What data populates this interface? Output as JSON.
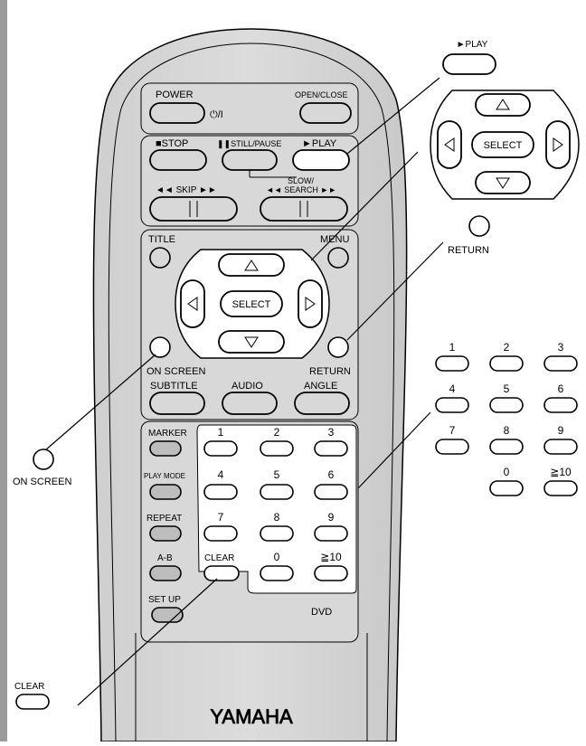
{
  "remote": {
    "power_label": "POWER",
    "power_symbol": "⏻/I",
    "open_close_label": "OPEN/CLOSE",
    "stop_label": "■STOP",
    "still_pause_label": "❚❚STILL/PAUSE",
    "play_label": "►PLAY",
    "slow_search_label_1": "SLOW/",
    "slow_search_label_2": "◄◄ SEARCH ►►",
    "skip_label": "◄◄  SKIP  ►►",
    "title_label": "TITLE",
    "menu_label": "MENU",
    "select_label": "SELECT",
    "on_screen_label": "ON SCREEN",
    "return_label": "RETURN",
    "subtitle_label": "SUBTITLE",
    "audio_label": "AUDIO",
    "angle_label": "ANGLE",
    "marker_label": "MARKER",
    "play_mode_label": "PLAY MODE",
    "repeat_label": "REPEAT",
    "ab_label": "A-B",
    "clear_label": "CLEAR",
    "setup_label": "SET UP",
    "dvd_label": "DVD",
    "brand": "YAMAHA",
    "digits": [
      "1",
      "2",
      "3",
      "4",
      "5",
      "6",
      "7",
      "8",
      "9",
      "0",
      "≧10"
    ]
  },
  "callouts": {
    "play_label": "►PLAY",
    "select_label": "SELECT",
    "return_label": "RETURN",
    "on_screen_label": "ON SCREEN",
    "clear_label": "CLEAR",
    "digits": [
      "1",
      "2",
      "3",
      "4",
      "5",
      "6",
      "7",
      "8",
      "9",
      "0",
      "≧10"
    ]
  }
}
